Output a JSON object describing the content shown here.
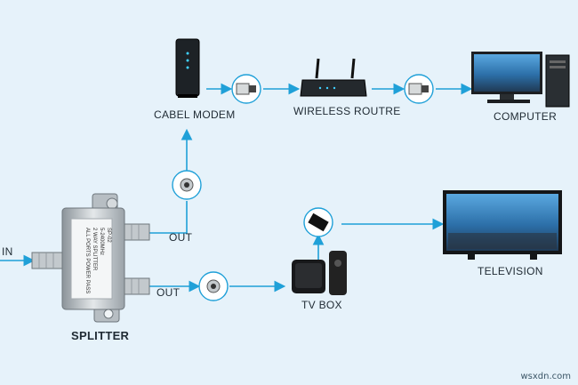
{
  "labels": {
    "in": "IN",
    "splitter": "SPLITTER",
    "out_top": "OUT",
    "out_bottom": "OUT",
    "modem": "CABEL MODEM",
    "router": "WIRELESS ROUTRE",
    "computer": "COMPUTER",
    "tvbox": "TV BOX",
    "television": "TELEVISION"
  },
  "splitter_print": [
    "SP-02",
    "5-2400MHz",
    "2 WAY SPLITTER",
    "ALL PORTS POWER PASS"
  ],
  "watermark": "wsxdn.com",
  "colors": {
    "background": "#e6f2fa",
    "arrow": "#1fa0d8",
    "text": "#1f2a33"
  },
  "icons": [
    "splitter-device",
    "coax-connector-icon",
    "ethernet-plug-icon",
    "hdmi-plug-icon",
    "cable-modem-icon",
    "wireless-router-icon",
    "computer-icon",
    "tv-box-icon",
    "remote-icon",
    "television-icon"
  ]
}
